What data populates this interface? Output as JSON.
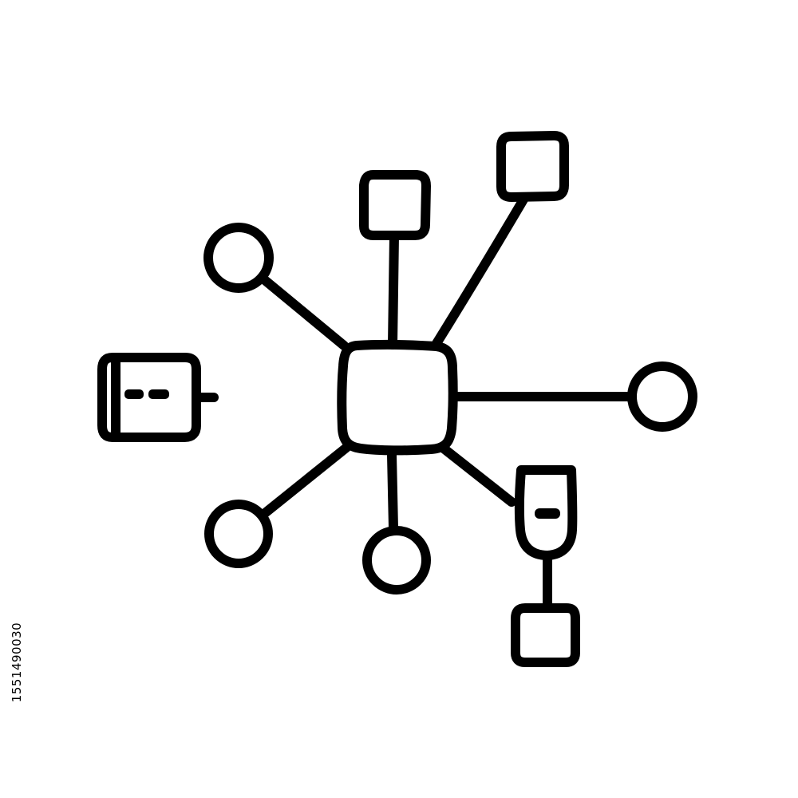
{
  "colors": {
    "background": "#ffffff",
    "ink": "#000000"
  },
  "icon": {
    "name": "network-hub-icon",
    "style": "hand-drawn black outline",
    "hub_shape": "rounded-square",
    "nodes": [
      {
        "name": "node-square-top",
        "shape": "square"
      },
      {
        "name": "node-square-top-right",
        "shape": "square"
      },
      {
        "name": "node-circle-top-left",
        "shape": "circle"
      },
      {
        "name": "node-circle-right",
        "shape": "circle"
      },
      {
        "name": "node-circle-bottom-left",
        "shape": "circle"
      },
      {
        "name": "node-circle-bottom",
        "shape": "circle"
      },
      {
        "name": "node-glass-bottom-right",
        "shape": "glass"
      },
      {
        "name": "node-square-bottom-right",
        "shape": "square"
      },
      {
        "name": "node-plug-left",
        "shape": "plug"
      }
    ]
  },
  "watermark": {
    "id_text": "1551490030"
  }
}
